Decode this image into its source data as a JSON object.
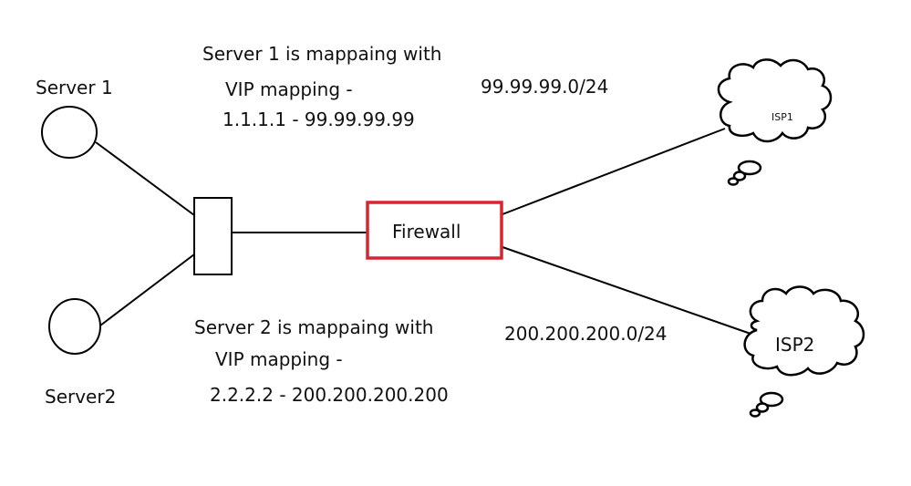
{
  "nodes": {
    "server1": {
      "label": "Server 1"
    },
    "server2": {
      "label": "Server2"
    },
    "switch": {
      "label": ""
    },
    "firewall": {
      "label": "Firewall",
      "border_color": "#d9232e"
    },
    "isp1": {
      "label": "ISP1"
    },
    "isp2": {
      "label": "ISP2"
    }
  },
  "annotations": {
    "server1_mapping": {
      "line1": "Server 1 is mappaing with",
      "line2": "VIP mapping -",
      "line3": "1.1.1.1 - 99.99.99.99"
    },
    "server2_mapping": {
      "line1": "Server 2 is mappaing with",
      "line2": "VIP mapping -",
      "line3": "2.2.2.2 - 200.200.200.200"
    },
    "isp1_subnet": "99.99.99.0/24",
    "isp2_subnet": "200.200.200.0/24"
  },
  "edges": [
    {
      "from": "server1",
      "to": "switch"
    },
    {
      "from": "server2",
      "to": "switch"
    },
    {
      "from": "switch",
      "to": "firewall"
    },
    {
      "from": "firewall",
      "to": "isp1"
    },
    {
      "from": "firewall",
      "to": "isp2"
    }
  ]
}
